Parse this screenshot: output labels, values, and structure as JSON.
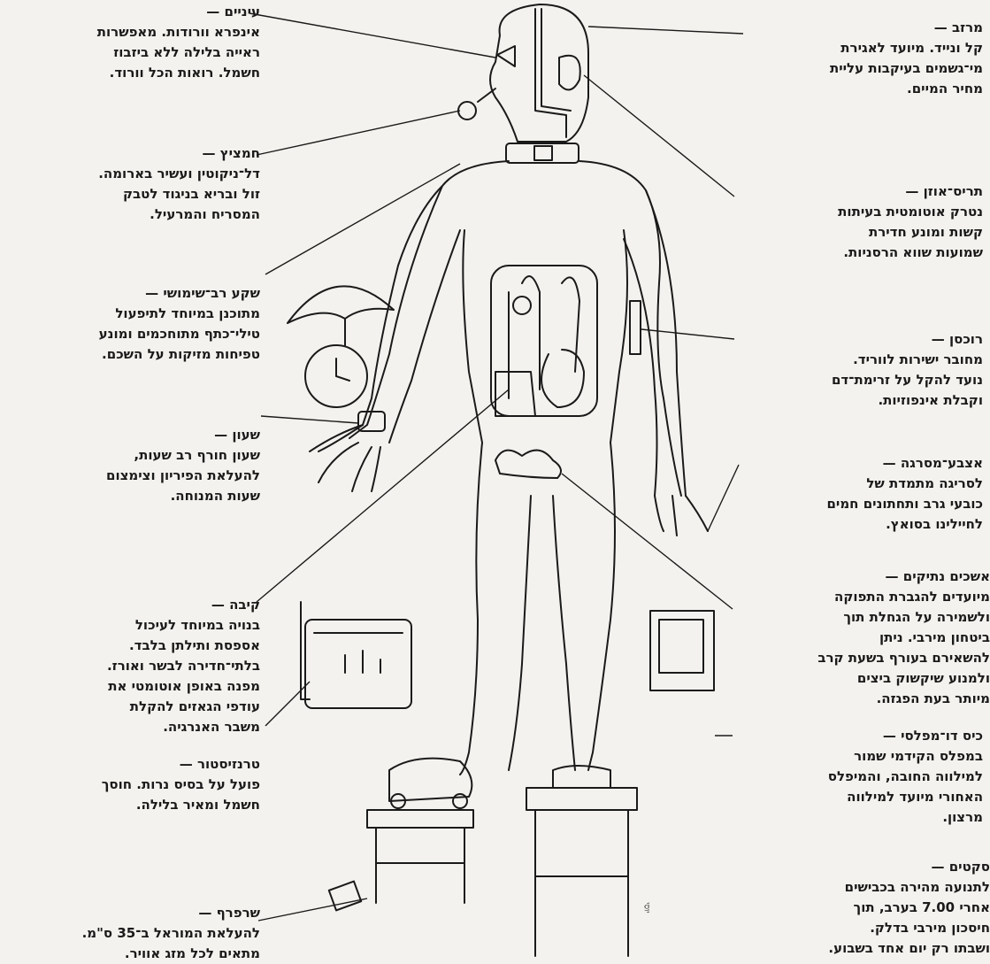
{
  "callouts": {
    "eyes": {
      "title": "עיניים",
      "body": "אינפרא וורודות. מאפשרות\nראייה בלילה ללא ביזבוז\nחשמל. רואות הכל וורוד."
    },
    "mouth": {
      "title": "חמציץ",
      "body": "דל־ניקוטין ועשיר בארומה.\nזול ובריא בניגוד לטבק\nהמסריח והמרעיל."
    },
    "socket": {
      "title": "שקע רב־שימושי",
      "body": "מתוכנן במיוחד לתיפעול\nטילי־כתף מתוחכמים ומונע\nטפיחות מזיקות על השכם."
    },
    "watch": {
      "title": "שעון",
      "body": "שעון חורף רב שעות,\nלהעלאת הפיריון וצימצום\nשעות המנוחה."
    },
    "stomach": {
      "title": "קיבה",
      "body": "בנויה במיוחד לעיכול\nאספסת ותילתן בלבד.\nבלתי־חדירה לבשר ואורז.\nמפנה באופן אוטומטי את\nעודפי הגאזים להקלת\nמשבר האנרגיה."
    },
    "transistor": {
      "title": "טרנזיסטור",
      "body": "פועל על בסיס נרות. חוסך\nחשמל ומאיר בלילה."
    },
    "stool": {
      "title": "שרפרף",
      "body": "להעלאת המוראל ב־35 ס\"מ.\nמתאים לכל מזג אוויר."
    },
    "gutter": {
      "title": "מרזב",
      "body": "קל ונייד. מיועד לאגירת\nמי־גשמים בעיקבות עליית\nמחיר המיים."
    },
    "earshutter": {
      "title": "תריס־אוזן",
      "body": "נטרק אוטומטית בעיתות\nקשות ומונע חדירת\nשמועות שווא הרסניות."
    },
    "zipper": {
      "title": "רוכסן",
      "body": "מחובר ישירות לווריד.\nנועד להקל על זרימת־דם\nוקבלת אינפוזיות."
    },
    "knitfinger": {
      "title": "אצבע־מסרגה",
      "body": "לסריגה מתמדת של\nכובעי גרב ותחתונים חמים\nלחיילינו בסואץ."
    },
    "testicles": {
      "title": "אשכים נתיקים",
      "body": "מיועדים להגברת התפוקה\nולשמירה על הגחלת תוך\nביטחון מירבי. ניתן\nלהשאירם בעורף בשעת קרב\nולמנוע שיקשוק ביצים\nמיותר בעת הפגזה."
    },
    "pocket": {
      "title": "כיס דו־מפלסי",
      "body": "במפלס הקידמי שמור\nלמילווה החובה, והמיפלס\nהאחורי מיועד למילווה\nמרצון."
    },
    "skates": {
      "title": "סקטים",
      "body": "לתנועה מהירה בכבישים\nאחרי 7.00 בערב, תוך\nחיסכון מירבי בדלק.\nושבתו רק יום אחד בשבוע."
    }
  },
  "signature": "יוסי"
}
